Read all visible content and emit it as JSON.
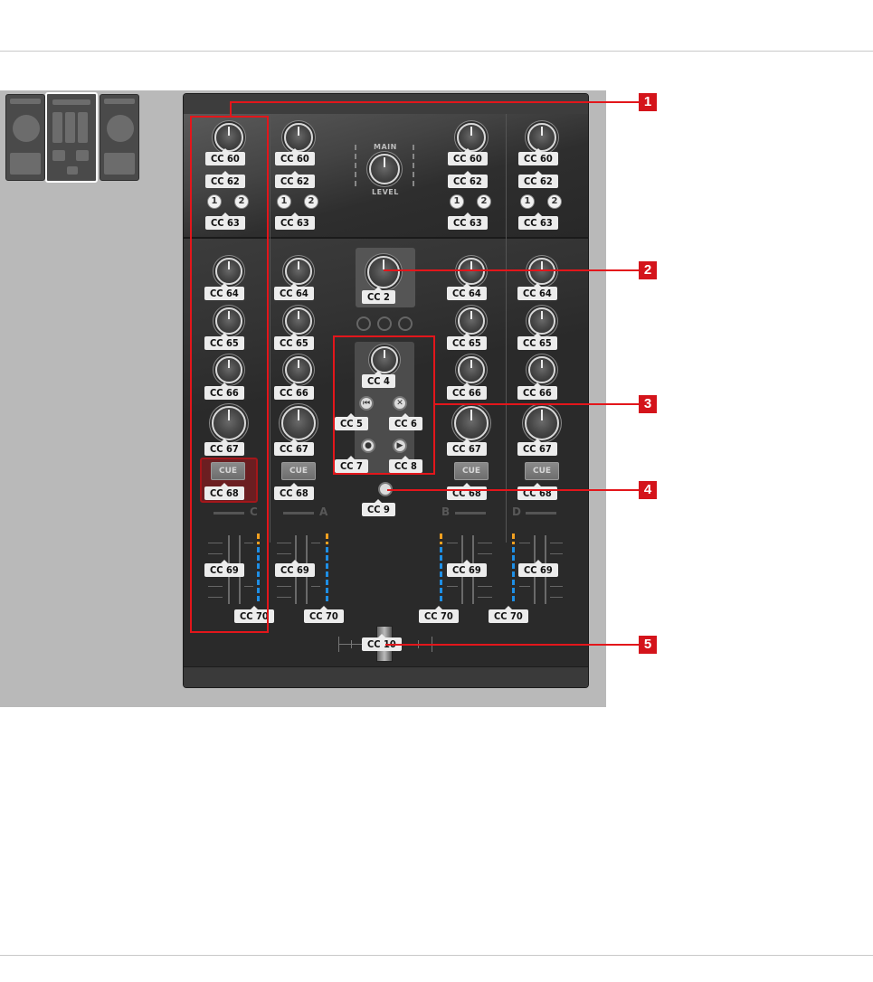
{
  "cc": {
    "gain": "CC 60",
    "fx1": "CC 62",
    "fx2": "CC 63",
    "eq_hi": "CC 64",
    "eq_mid": "CC 65",
    "eq_low": "CC 66",
    "filter": "CC 67",
    "cue": "CC 68",
    "fader": "CC 69",
    "meter": "CC 70",
    "mid_knob": "CC 2",
    "browse_knob": "CC 4",
    "btn_prev": "CC 5",
    "btn_close": "CC 6",
    "btn_rec": "CC 7",
    "btn_play": "CC 8",
    "small_btn": "CC 9",
    "xfader": "CC 10"
  },
  "labels": {
    "main": "MAIN",
    "level": "LEVEL",
    "cue_button": "CUE",
    "fx_one": "1",
    "fx_two": "2",
    "assign_c": "C",
    "assign_a": "A",
    "assign_b": "B",
    "assign_d": "D"
  },
  "callouts": [
    "1",
    "2",
    "3",
    "4",
    "5"
  ],
  "colors": {
    "annotation_red": "#e3161b",
    "meter_orange": "#f2a020",
    "meter_blue": "#1e8fe6"
  }
}
